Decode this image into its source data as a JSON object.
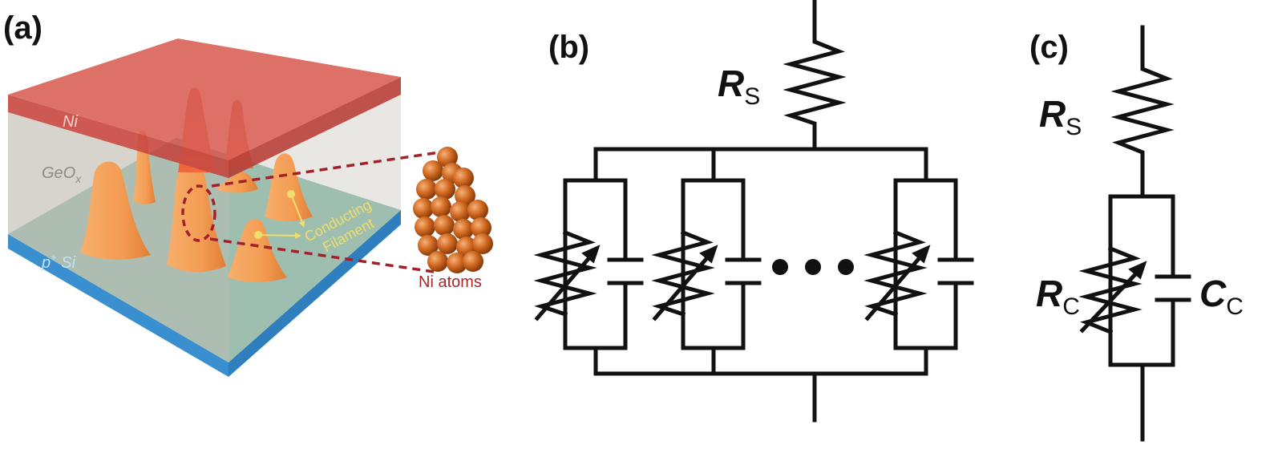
{
  "panel_a": {
    "label": "(a)",
    "layers": {
      "top_electrode": "Ni",
      "oxide": "GeO",
      "oxide_sub": "x",
      "substrate_prefix": "p",
      "substrate_sup": "+",
      "substrate_suffix": " Si"
    },
    "filament_line1": "Conducting",
    "filament_line2": "Filament",
    "atoms_label": "Ni atoms"
  },
  "panel_b": {
    "label": "(b)",
    "rs_main": "R",
    "rs_sub": "S"
  },
  "panel_c": {
    "label": "(c)",
    "rs_main": "R",
    "rs_sub": "S",
    "rc_main": "R",
    "rc_sub": "C",
    "cc_main": "C",
    "cc_sub": "C"
  },
  "colors": {
    "ni_layer": "#cf4f44",
    "geox_layer": "#cfcbc2",
    "si_top": "#5aa58c",
    "si_side": "#3a8fd0",
    "filament": "#f3a05a",
    "ni_filament": "#e8472e",
    "atom": "#c8621a",
    "dash": "#a3202a"
  }
}
